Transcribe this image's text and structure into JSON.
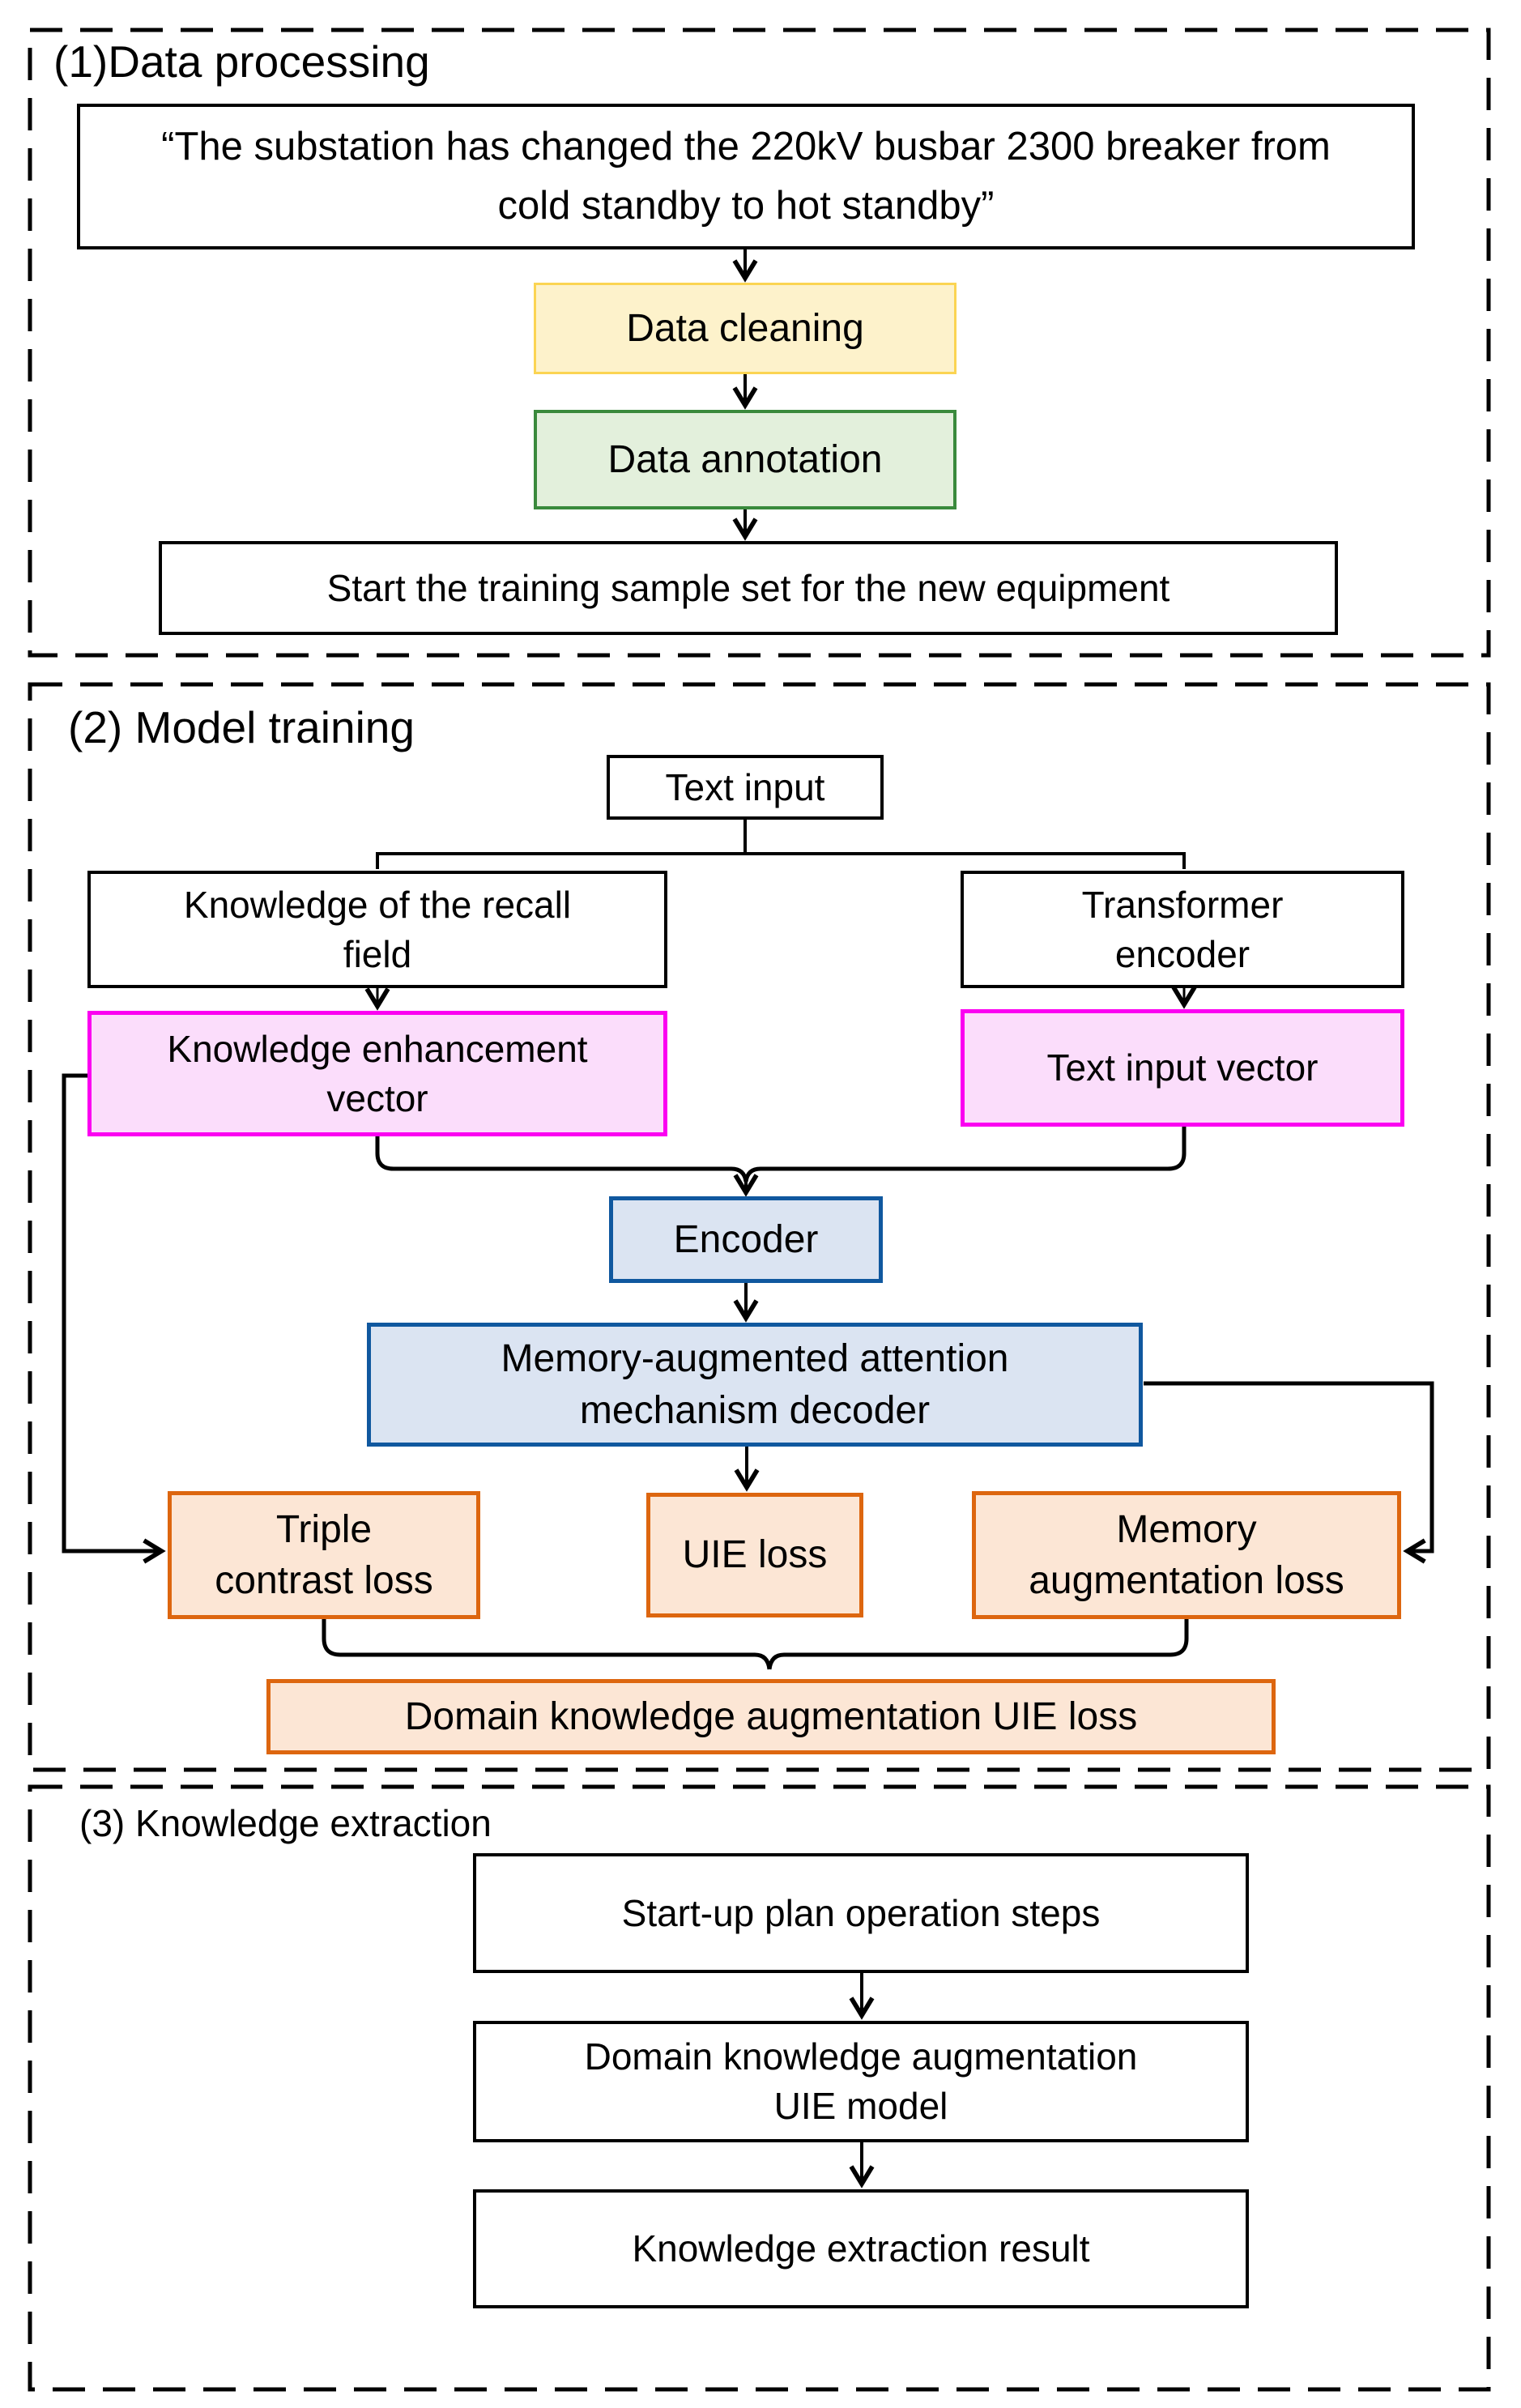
{
  "colors": {
    "yellow_fill": "#FDF2CB",
    "yellow_border": "#FBD452",
    "green_fill": "#E3F0DC",
    "green_border": "#3A8A3C",
    "pink_fill": "#FBDDFB",
    "pink_border": "#FB00F1",
    "blue_fill": "#DBE4F2",
    "blue_border": "#10589F",
    "orange_fill": "#FCE6D5",
    "orange_border": "#DD660F",
    "line_color": "#000000"
  },
  "section1": {
    "title": "(1)Data processing",
    "quote": "“The substation has changed the 220kV busbar 2300 breaker from cold standby to hot standby”",
    "data_cleaning": "Data cleaning",
    "data_annotation": "Data annotation",
    "output": "Start the training sample set for the new equipment"
  },
  "section2": {
    "title": "(2) Model training",
    "text_input": "Text input",
    "knowledge_recall": "Knowledge of the recall field",
    "transformer_encoder": "Transformer encoder",
    "knowledge_enhancement_vector": "Knowledge enhancement vector",
    "text_input_vector": "Text input vector",
    "encoder": "Encoder",
    "decoder": "Memory-augmented attention mechanism decoder",
    "triple_contrast_loss": "Triple contrast loss",
    "uie_loss": "UIE loss",
    "memory_augmentation_loss": "Memory augmentation loss",
    "domain_loss": "Domain knowledge augmentation UIE loss"
  },
  "section3": {
    "title": "(3) Knowledge extraction",
    "startup_plan": "Start-up plan operation steps",
    "uie_model": "Domain knowledge augmentation UIE model",
    "result": "Knowledge extraction result"
  }
}
